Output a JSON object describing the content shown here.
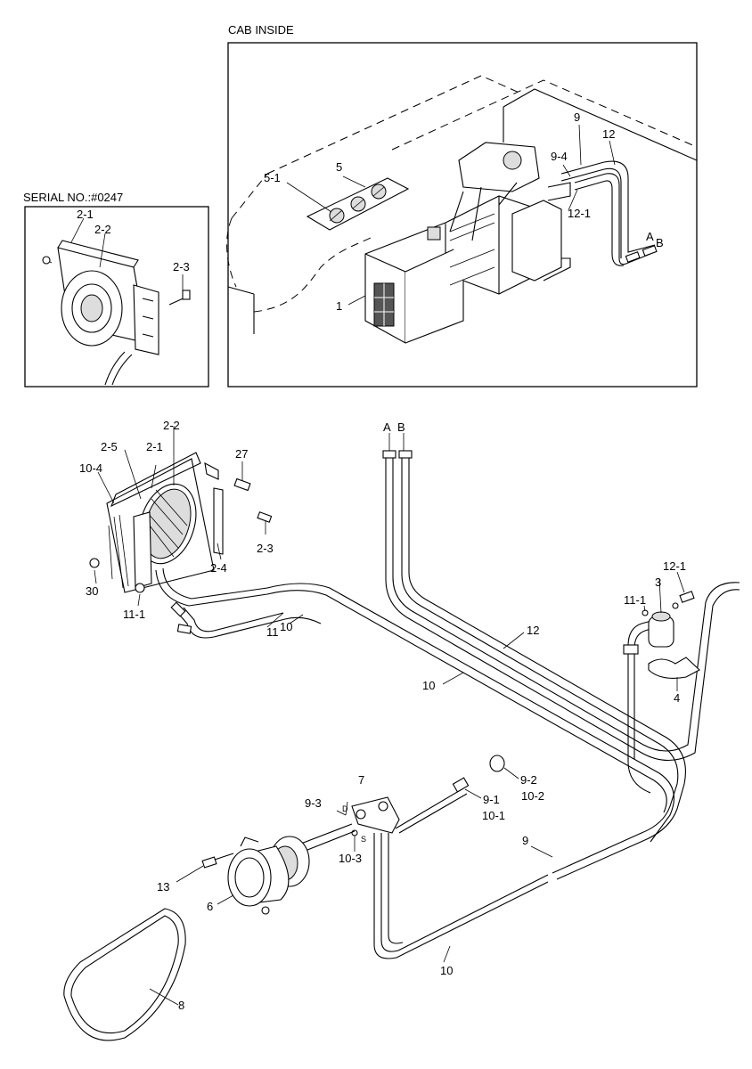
{
  "sections": {
    "cab_inside_title": "CAB INSIDE",
    "serial_title": "SERIAL NO.:#0247"
  },
  "callouts": {
    "cab": [
      "9",
      "12",
      "9-4",
      "12-1",
      "5",
      "5-1",
      "A",
      "B",
      "1"
    ],
    "serial": [
      "2-1",
      "2-2",
      "2-3"
    ],
    "main": [
      "A",
      "B",
      "2-2",
      "2-5",
      "2-1",
      "10-4",
      "27",
      "2-3",
      "2-4",
      "30",
      "11-1",
      "11",
      "10",
      "12",
      "10",
      "12-1",
      "3",
      "11-1",
      "4",
      "7",
      "9-2",
      "10-2",
      "9-3",
      "D",
      "9-1",
      "10-1",
      "S",
      "10-3",
      "9",
      "13",
      "6",
      "10",
      "8"
    ]
  }
}
